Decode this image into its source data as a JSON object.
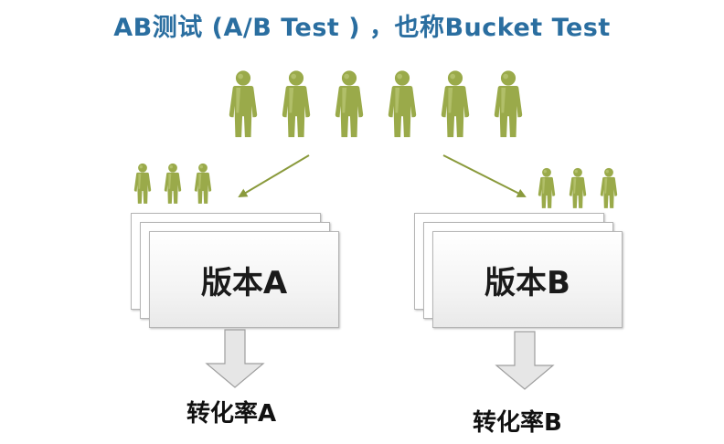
{
  "title": "AB测试 (A/B Test ) ，也称Bucket Test",
  "version_a": {
    "card_label": "版本A",
    "rate_label": "转化率A"
  },
  "version_b": {
    "card_label": "版本B",
    "rate_label": "转化率B"
  },
  "colors": {
    "person": "#9aaa4a",
    "person_light": "#c4cf83",
    "person_shadow": "#6e7c2c",
    "title": "#2a6ea0",
    "arrow_line": "#8a9a3c",
    "down_arrow": "#e6e6e6"
  }
}
